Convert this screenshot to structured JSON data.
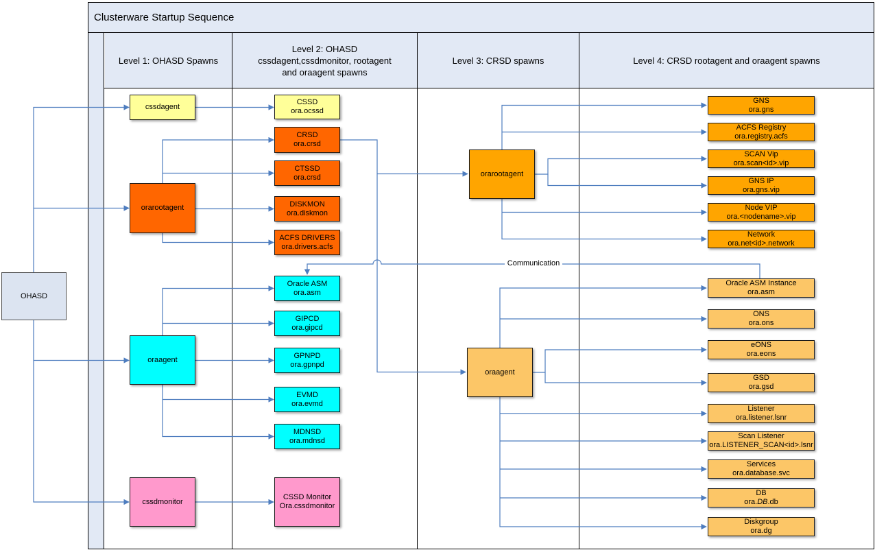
{
  "title": "Clusterware Startup Sequence",
  "headers": {
    "level1": "Level 1: OHASD Spawns",
    "level2": "Level 2: OHASD\ncssdagent,cssdmonitor, rootagent\nand oraagent spawns",
    "level3": "Level 3: CRSD spawns",
    "level4": "Level 4: CRSD rootagent and oraagent spawns"
  },
  "ohasd": {
    "label": "OHASD"
  },
  "level1": {
    "cssdagent": "cssdagent",
    "orarootagent": "orarootagent",
    "oraagent": "oraagent",
    "cssdmonitor": "cssdmonitor"
  },
  "level2": {
    "cssd": {
      "name": "CSSD",
      "resource": "ora.ocssd"
    },
    "crsd": {
      "name": "CRSD",
      "resource": "ora.crsd"
    },
    "ctssd": {
      "name": "CTSSD",
      "resource": "ora.crsd"
    },
    "diskmon": {
      "name": "DISKMON",
      "resource": "ora.diskmon"
    },
    "acfs_drivers": {
      "name": "ACFS DRIVERS",
      "resource": "ora.drivers.acfs"
    },
    "oracle_asm": {
      "name": "Oracle ASM",
      "resource": "ora.asm"
    },
    "gipcd": {
      "name": "GIPCD",
      "resource": "ora.gipcd"
    },
    "gpnpd": {
      "name": "GPNPD",
      "resource": "ora.gpnpd"
    },
    "evmd": {
      "name": "EVMD",
      "resource": "ora.evmd"
    },
    "mdnsd": {
      "name": "MDNSD",
      "resource": "ora.mdnsd"
    },
    "cssd_monitor": {
      "name": "CSSD Monitor",
      "resource": "Ora.cssdmonitor"
    }
  },
  "level3": {
    "orarootagent": "orarootagent",
    "oraagent": "oraagent"
  },
  "level4_rootagent": [
    {
      "name": "GNS",
      "resource": "ora.gns"
    },
    {
      "name": "ACFS Registry",
      "resource": "ora.registry.acfs"
    },
    {
      "name": "SCAN Vip",
      "resource": "ora.scan<id>.vip"
    },
    {
      "name": "GNS IP",
      "resource": "ora.gns.vip"
    },
    {
      "name": "Node VIP",
      "resource": "ora.<nodename>.vip"
    },
    {
      "name": "Network",
      "resource": "ora.net<id>.network"
    }
  ],
  "level4_oraagent": [
    {
      "name": "Oracle ASM Instance",
      "resource": "ora.asm"
    },
    {
      "name": "ONS",
      "resource": "ora.ons"
    },
    {
      "name": "eONS",
      "resource": "ora.eons"
    },
    {
      "name": "GSD",
      "resource": "ora.gsd"
    },
    {
      "name": "Listener",
      "resource": "ora.listener.lsnr"
    },
    {
      "name": "Scan Listener",
      "resource": "ora.LISTENER_SCAN<id>.lsnr"
    },
    {
      "name": "Services",
      "resource": "ora.database.svc"
    },
    {
      "name": "DB",
      "resource_prefix": "ora.",
      "resource_italic": "DB",
      "resource_suffix": ".db"
    },
    {
      "name": "Diskgroup",
      "resource": "ora.dg"
    }
  ],
  "annotations": {
    "communication": "Communication"
  },
  "colors": {
    "header_bg": "#e2e9f5",
    "yellow": "#ffff99",
    "red_orange": "#ff6600",
    "cyan": "#00ffff",
    "pink": "#ff99cc",
    "orange": "#ffa500",
    "light_orange": "#fcc667",
    "ohasd_blue": "#dce4f1",
    "connector_blue": "#4e7dbf",
    "border_black": "#000000"
  }
}
